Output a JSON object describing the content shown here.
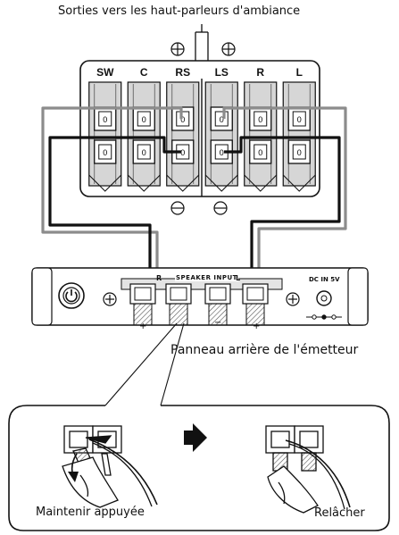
{
  "top_caption": "Sorties vers les haut-parleurs d'ambiance",
  "polarity": {
    "plus": "⊕",
    "minus": "⊖"
  },
  "speaker_terminals": [
    "SW",
    "C",
    "RS",
    "LS",
    "R",
    "L"
  ],
  "terminal_slot_mark": "0",
  "transmitter": {
    "input_label": "SPEAKER INPUT",
    "channel_r": "R",
    "channel_l": "L",
    "dc_label": "DC IN 5V",
    "caption": "Panneau arrière de l'émetteur",
    "sign_plus": "+",
    "sign_minus": "−"
  },
  "steps": {
    "press": "Maintenir appuyée",
    "release": "Relâcher"
  },
  "colors": {
    "line": "#111111",
    "wire_gray": "#8c8c8c",
    "fill_gray": "#d6d6d6"
  }
}
